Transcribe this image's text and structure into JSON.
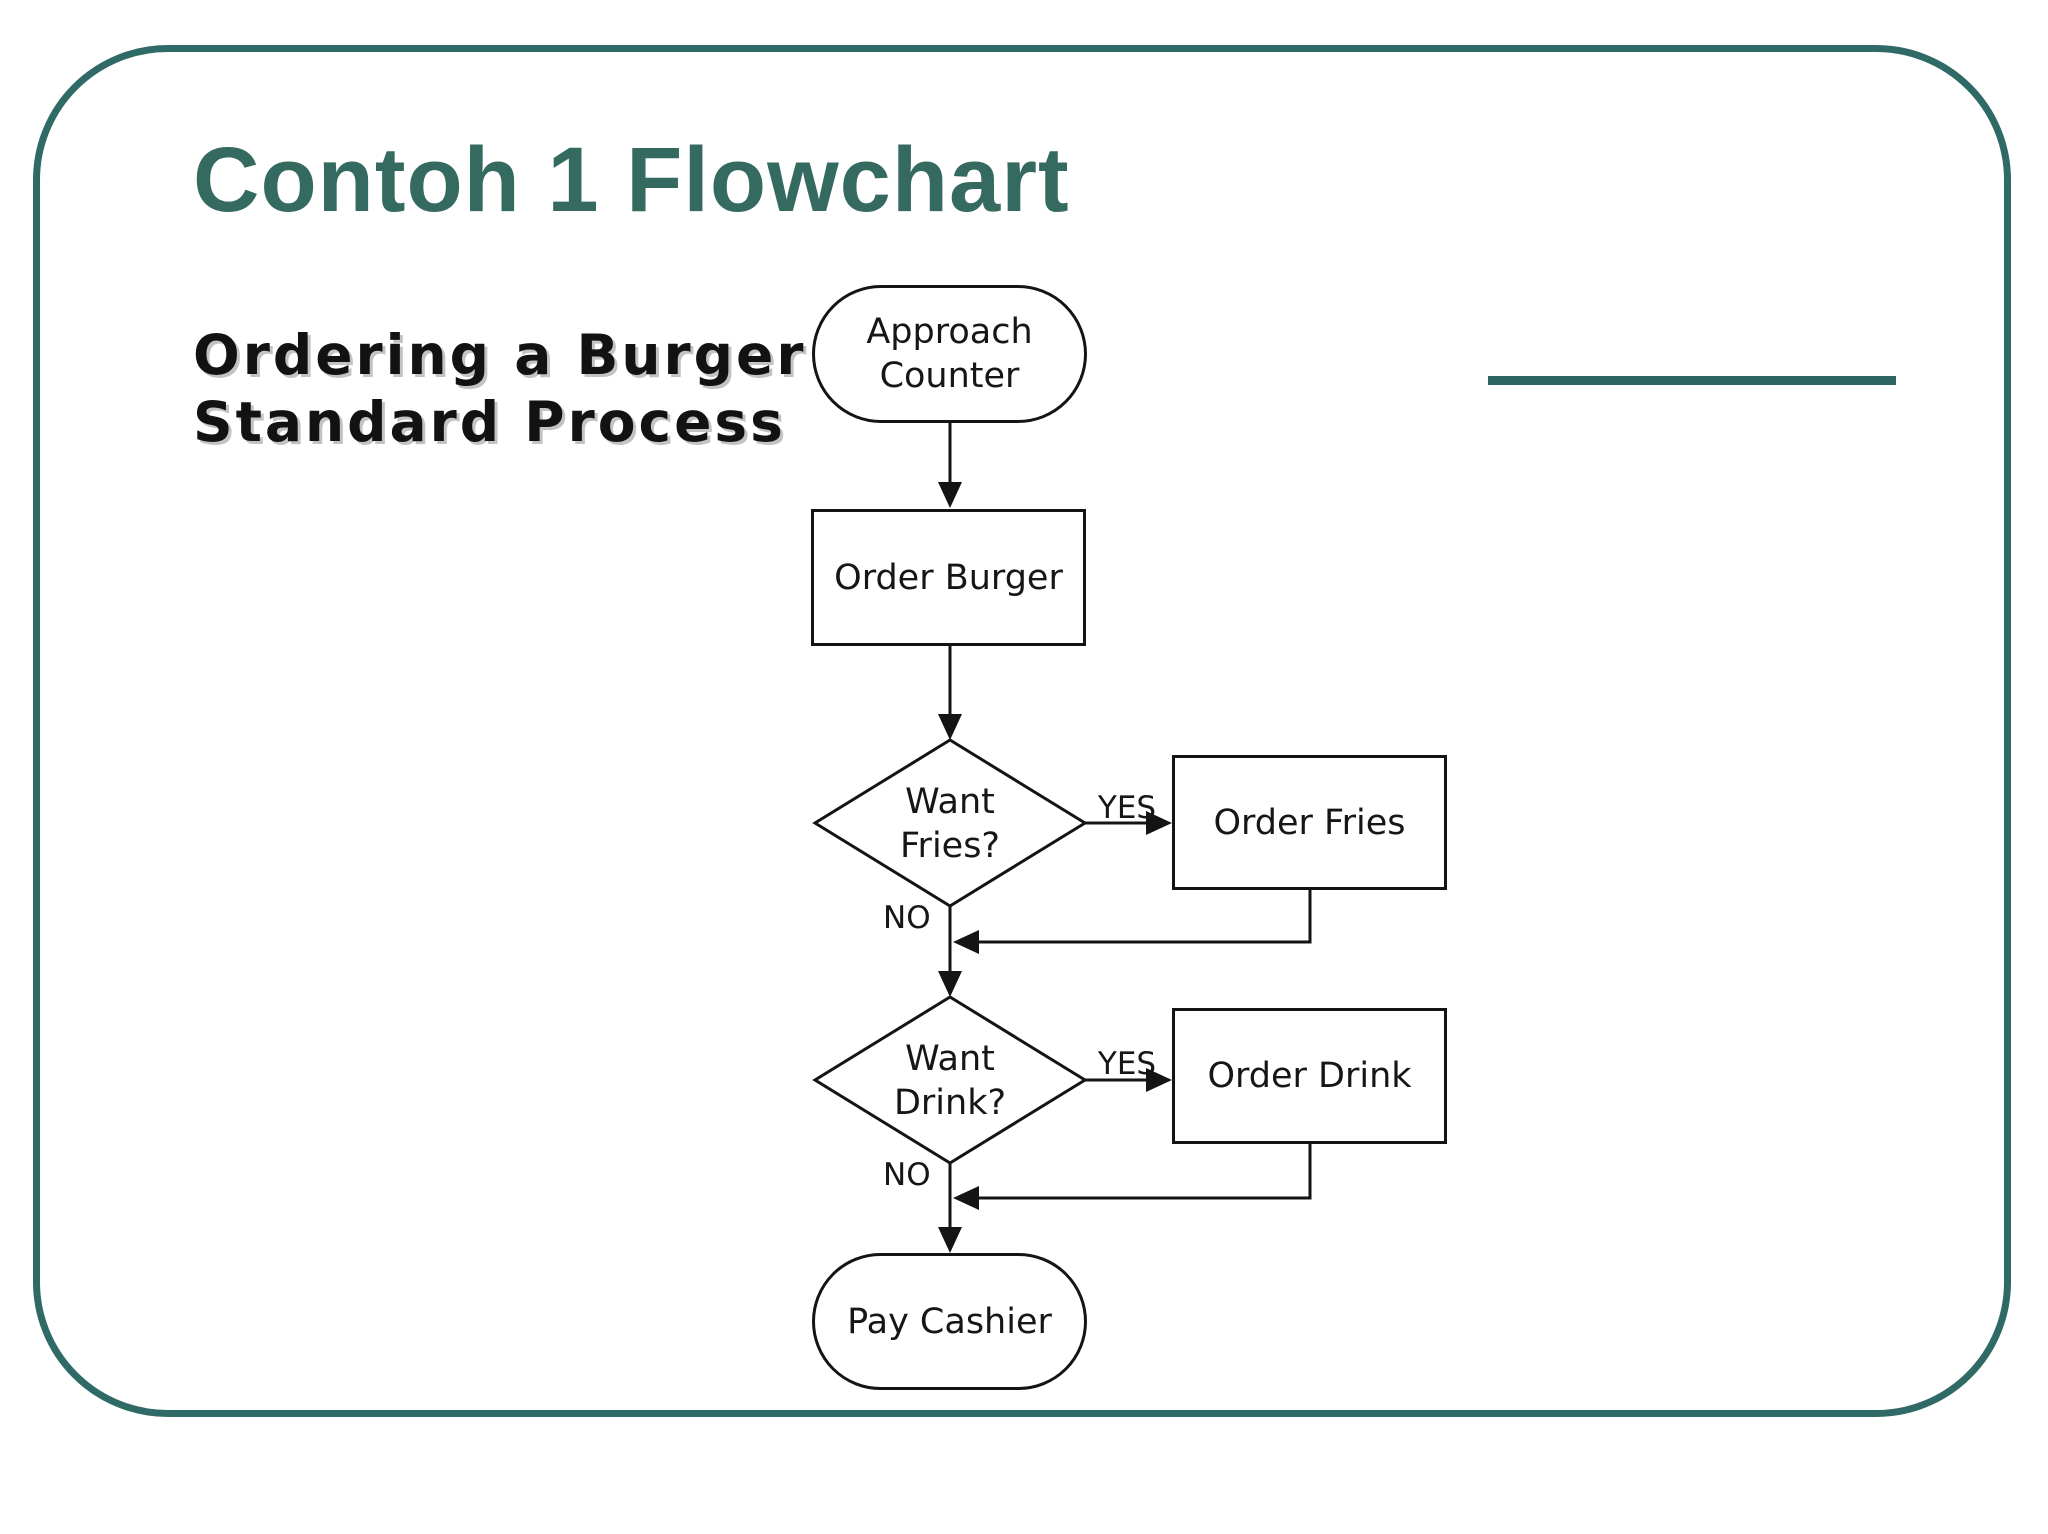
{
  "colors": {
    "accent": "#2e6663",
    "border": "#2f6a66",
    "title": "#346a60",
    "ink": "#141414"
  },
  "slide": {
    "title": "Contoh 1 Flowchart",
    "subtitle": {
      "line1": "Ordering a Burger",
      "line2": "Standard Process"
    }
  },
  "flowchart": {
    "nodes": {
      "start": {
        "type": "terminator",
        "line1": "Approach",
        "line2": "Counter"
      },
      "order_burger": {
        "type": "process",
        "label": "Order Burger"
      },
      "want_fries": {
        "type": "decision",
        "line1": "Want",
        "line2": "Fries?"
      },
      "order_fries": {
        "type": "process",
        "label": "Order Fries"
      },
      "want_drink": {
        "type": "decision",
        "line1": "Want",
        "line2": "Drink?"
      },
      "order_drink": {
        "type": "process",
        "label": "Order Drink"
      },
      "end": {
        "type": "terminator",
        "label": "Pay Cashier"
      }
    },
    "edge_labels": {
      "fries_yes": "YES",
      "fries_no": "NO",
      "drink_yes": "YES",
      "drink_no": "NO"
    }
  }
}
